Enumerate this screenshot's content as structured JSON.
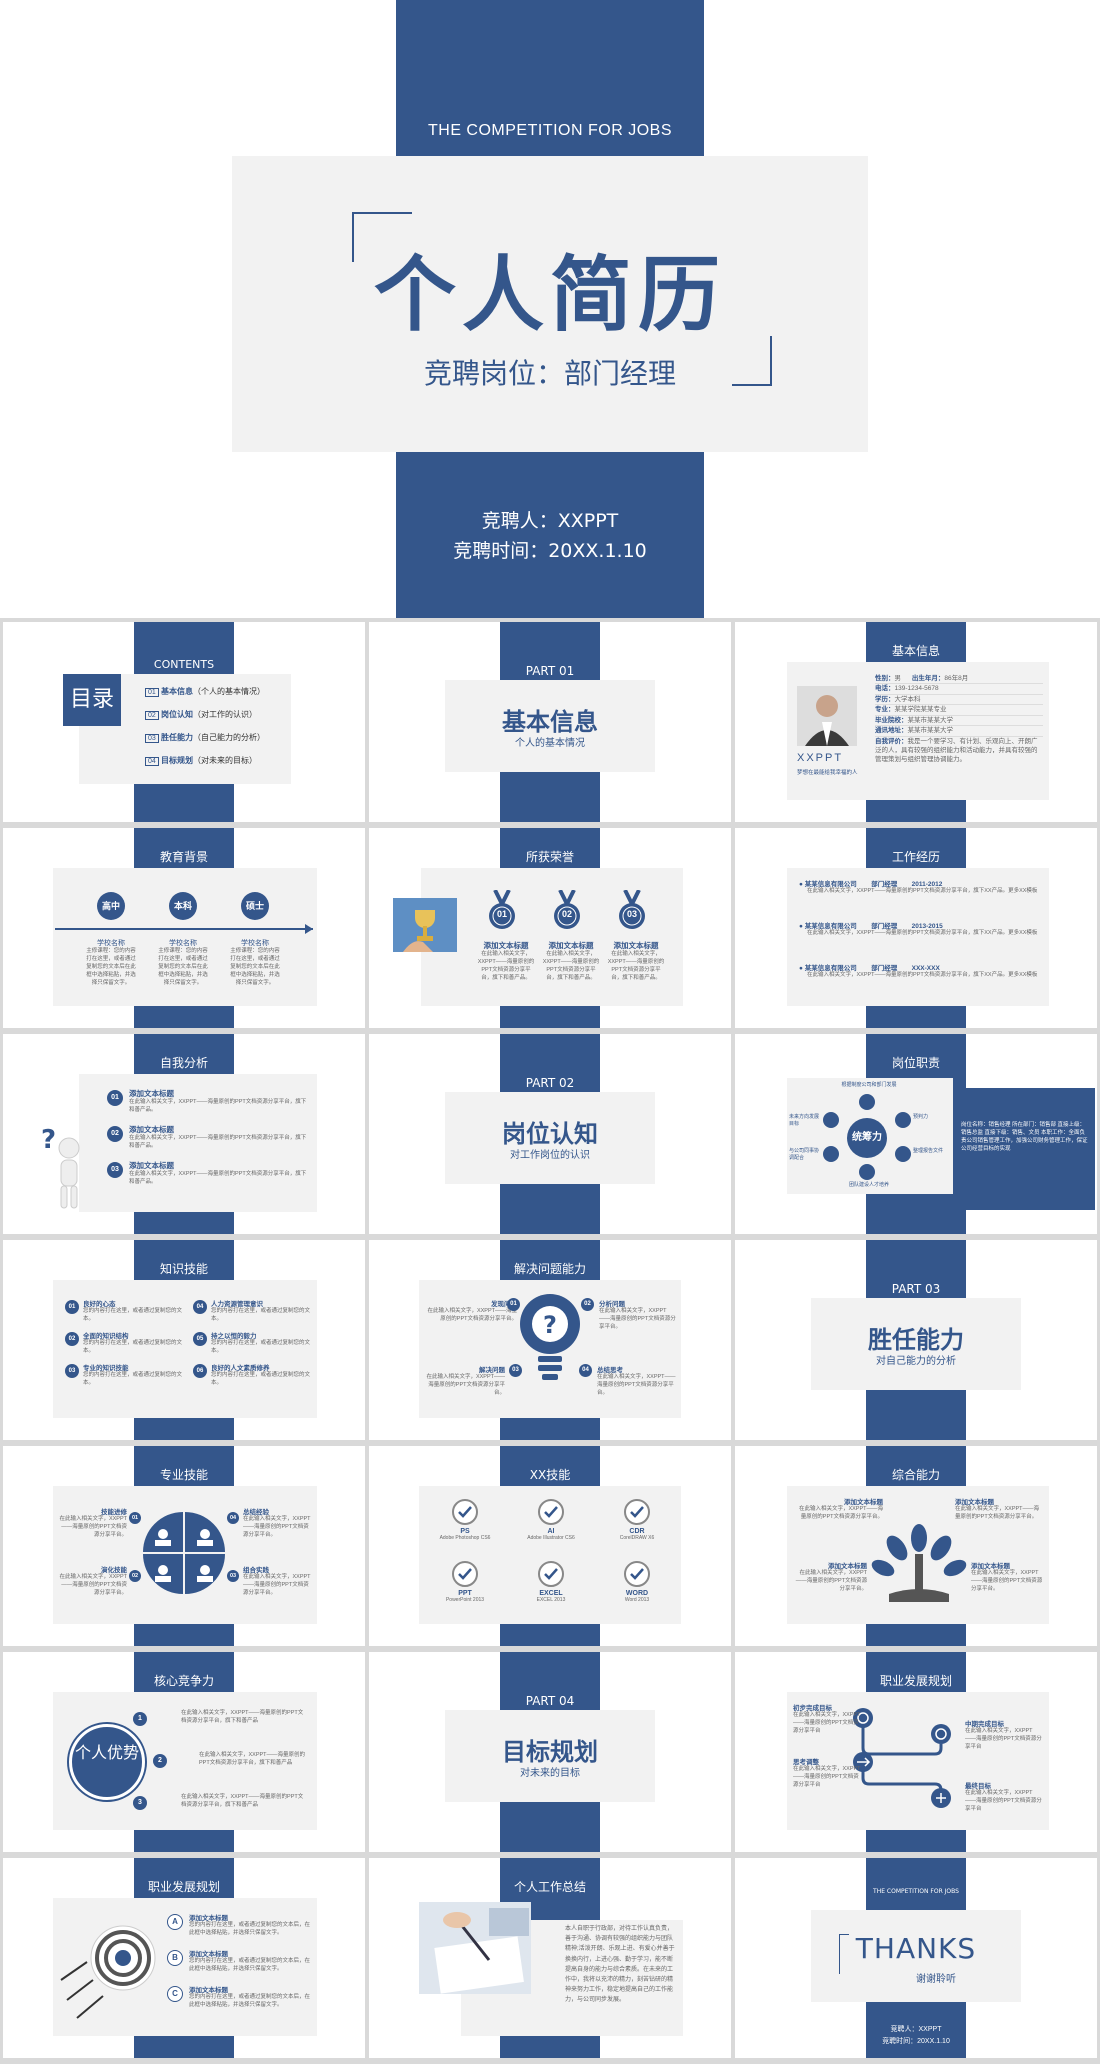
{
  "cover": {
    "subtitle": "THE COMPETITION FOR JOBS",
    "title": "个人简历",
    "position_line": "竞聘岗位：部门经理",
    "applicant": "竞聘人：XXPPT",
    "date": "竞聘时间：20XX.1.10"
  },
  "contents": {
    "label": "CONTENTS",
    "heading": "目录",
    "items": [
      {
        "num": "01",
        "title": "基本信息",
        "desc": "（个人的基本情况）"
      },
      {
        "num": "02",
        "title": "岗位认知",
        "desc": "（对工作的认识）"
      },
      {
        "num": "03",
        "title": "胜任能力",
        "desc": "（自己能力的分析）"
      },
      {
        "num": "04",
        "title": "目标规划",
        "desc": "（对未来的目标）"
      }
    ]
  },
  "part01": {
    "label": "PART 01",
    "title": "基本信息",
    "sub": "个人的基本情况"
  },
  "basic": {
    "title": "基本信息",
    "name": "XXPPT",
    "motto": "梦想在最能给我幸福的人",
    "rows": [
      {
        "k": "性别：",
        "v": "男",
        "k2": "出生年月：",
        "v2": "86年8月"
      },
      {
        "k": "电话：",
        "v": "139-1234-5678"
      },
      {
        "k": "学历：",
        "v": "大学本科"
      },
      {
        "k": "专业：",
        "v": "某某学院某某专业"
      },
      {
        "k": "毕业院校：",
        "v": "某某市某某大学"
      },
      {
        "k": "通讯地址：",
        "v": "某某市某某大学"
      }
    ],
    "eval_label": "自我评价：",
    "eval": "我是一个要学习、有计划、乐观向上、开朗广泛的人，具有较强的组织能力和活动能力，并具有较强的管理策划与组织管理协调能力。"
  },
  "edu": {
    "title": "教育背景",
    "stages": [
      {
        "label": "高中",
        "school": "学校名称",
        "text": "主修课程：您的内容打在这里，或者通过复制您的文本后在此框中选择粘贴，并选择只保留文字。"
      },
      {
        "label": "本科",
        "school": "学校名称",
        "text": "主修课程：您的内容打在这里，或者通过复制您的文本后在此框中选择粘贴，并选择只保留文字。"
      },
      {
        "label": "硕士",
        "school": "学校名称",
        "text": "主修课程：您的内容打在这里，或者通过复制您的文本后在此框中选择粘贴，并选择只保留文字。"
      }
    ]
  },
  "honor": {
    "title": "所获荣誉",
    "medals": [
      {
        "num": "01",
        "head": "添加文本标题",
        "text": "在此输入相关文字，XXPPT——海量原创的PPT文档资源分享平台，旗下和善产品。"
      },
      {
        "num": "02",
        "head": "添加文本标题",
        "text": "在此输入相关文字，XXPPT——海量原创的PPT文档资源分享平台，旗下和善产品。"
      },
      {
        "num": "03",
        "head": "添加文本标题",
        "text": "在此输入相关文字，XXPPT——海量原创的PPT文档资源分享平台，旗下和善产品。"
      }
    ]
  },
  "work": {
    "title": "工作经历",
    "jobs": [
      {
        "company": "某某信息有限公司",
        "role": "部门经理",
        "period": "2011-2012",
        "text": "在此输入相关文字，XXPPT——海量原创的PPT文档资源分享平台，旗下XX产品。更多XX模板"
      },
      {
        "company": "某某信息有限公司",
        "role": "部门经理",
        "period": "2013-2015",
        "text": "在此输入相关文字，XXPPT——海量原创的PPT文档资源分享平台，旗下XX产品。更多XX模板"
      },
      {
        "company": "某某信息有限公司",
        "role": "部门经理",
        "period": "XXX-XXX",
        "text": "在此输入相关文字，XXPPT——海量原创的PPT文档资源分享平台，旗下XX产品。更多XX模板"
      }
    ]
  },
  "self": {
    "title": "自我分析",
    "items": [
      {
        "num": "01",
        "head": "添加文本标题",
        "text": "在此输入相关文字，XXPPT——海量原创的PPT文档资源分享平台，旗下和善产品。"
      },
      {
        "num": "02",
        "head": "添加文本标题",
        "text": "在此输入相关文字，XXPPT——海量原创的PPT文档资源分享平台，旗下和善产品。"
      },
      {
        "num": "03",
        "head": "添加文本标题",
        "text": "在此输入相关文字，XXPPT——海量原创的PPT文档资源分享平台，旗下和善产品。"
      }
    ]
  },
  "part02": {
    "label": "PART 02",
    "title": "岗位认知",
    "sub": "对工作岗位的认识"
  },
  "duty": {
    "title": "岗位职责",
    "center": "统筹力",
    "nodes": [
      "根据制度公司和部门发展",
      "预判力",
      "整理报告文件",
      "团队建设人才培养",
      "与公司同事协调配合",
      "未来方向发展目标"
    ],
    "side": "岗位名称：销售经理 所在部门：销售部 直接上级：销售总监 直接下级：销售、文员 本职工作：全面负责公司销售管理工作，加强公司财务管理工作，保证公司经营目标的实现"
  },
  "knowledge": {
    "title": "知识技能",
    "items": [
      {
        "num": "01",
        "head": "良好的心态",
        "text": "您的内容打在这里，或者通过复制您的文本。"
      },
      {
        "num": "02",
        "head": "全面的知识结构",
        "text": "您的内容打在这里，或者通过复制您的文本。"
      },
      {
        "num": "03",
        "head": "专业的知识技能",
        "text": "您的内容打在这里，或者通过复制您的文本。"
      },
      {
        "num": "04",
        "head": "人力资源管理意识",
        "text": "您的内容打在这里，或者通过复制您的文本。"
      },
      {
        "num": "05",
        "head": "持之以恒的毅力",
        "text": "您的内容打在这里，或者通过复制您的文本。"
      },
      {
        "num": "06",
        "head": "良好的人文素质修养",
        "text": "您的内容打在这里，或者通过复制您的文本。"
      }
    ]
  },
  "solve": {
    "title": "解决问题能力",
    "items": [
      {
        "num": "01",
        "head": "发现问题",
        "text": "在此输入相关文字，XXPPT——海量原创的PPT文档资源分享平台。"
      },
      {
        "num": "02",
        "head": "分析问题",
        "text": "在此输入相关文字，XXPPT——海量原创的PPT文档资源分享平台。"
      },
      {
        "num": "03",
        "head": "解决问题",
        "text": "在此输入相关文字，XXPPT——海量原创的PPT文档资源分享平台。"
      },
      {
        "num": "04",
        "head": "总结思考",
        "text": "在此输入相关文字，XXPPT——海量原创的PPT文档资源分享平台。"
      }
    ]
  },
  "part03": {
    "label": "PART 03",
    "title": "胜任能力",
    "sub": "对自己能力的分析"
  },
  "pro": {
    "title": "专业技能",
    "items": [
      {
        "num": "01",
        "head": "技能进修",
        "text": "在此输入相关文字，XXPPT——海量原创的PPT文档资源分享平台。"
      },
      {
        "num": "02",
        "head": "演化技能",
        "text": "在此输入相关文字，XXPPT——海量原创的PPT文档资源分享平台。"
      },
      {
        "num": "03",
        "head": "组合实践",
        "text": "在此输入相关文字，XXPPT——海量原创的PPT文档资源分享平台。"
      },
      {
        "num": "04",
        "head": "总结经验",
        "text": "在此输入相关文字，XXPPT——海量原创的PPT文档资源分享平台。"
      }
    ]
  },
  "xx": {
    "title": "XX技能",
    "skills": [
      {
        "name": "PS",
        "sub": "Adobe Photoshop CS6"
      },
      {
        "name": "AI",
        "sub": "Adobe Illustrator CS6"
      },
      {
        "name": "CDR",
        "sub": "CorelDRAW X6"
      },
      {
        "name": "PPT",
        "sub": "PowerPoint 2013"
      },
      {
        "name": "EXCEL",
        "sub": "EXCEL 2013"
      },
      {
        "name": "WORD",
        "sub": "Word 2013"
      }
    ]
  },
  "overall": {
    "title": "综合能力",
    "items": [
      {
        "head": "添加文本标题",
        "text": "在此输入相关文字，XXPPT——海量原创的PPT文档资源分享平台。"
      },
      {
        "head": "添加文本标题",
        "text": "在此输入相关文字，XXPPT——海量原创的PPT文档资源分享平台。"
      },
      {
        "head": "添加文本标题",
        "text": "在此输入相关文字，XXPPT——海量原创的PPT文档资源分享平台。"
      },
      {
        "head": "添加文本标题",
        "text": "在此输入相关文字，XXPPT——海量原创的PPT文档资源分享平台。"
      }
    ]
  },
  "core": {
    "title": "核心竞争力",
    "circle": "个人优势",
    "items": [
      {
        "num": "1",
        "text": "在此输入相关文字，XXPPT——海量原创的PPT文档资源分享平台，旗下和善产品"
      },
      {
        "num": "2",
        "text": "在此输入相关文字，XXPPT——海量原创的PPT文档资源分享平台，旗下和善产品"
      },
      {
        "num": "3",
        "text": "在此输入相关文字，XXPPT——海量原创的PPT文档资源分享平台，旗下和善产品"
      }
    ]
  },
  "part04": {
    "label": "PART 04",
    "title": "目标规划",
    "sub": "对未来的目标"
  },
  "career1": {
    "title": "职业发展规划",
    "items": [
      {
        "head": "初步完成目标",
        "text": "在此输入相关文字，XXPPT——海量原创的PPT文档资源分享平台"
      },
      {
        "head": "中期完成目标",
        "text": "在此输入相关文字，XXPPT——海量原创的PPT文档资源分享平台"
      },
      {
        "head": "思考调整",
        "text": "在此输入相关文字，XXPPT——海量原创的PPT文档资源分享平台"
      },
      {
        "head": "最终目标",
        "text": "在此输入相关文字，XXPPT——海量原创的PPT文档资源分享平台"
      }
    ]
  },
  "career2": {
    "title": "职业发展规划",
    "items": [
      {
        "num": "A",
        "head": "添加文本标题",
        "text": "您的内容打在这里，或者通过复制您的文本后，在此框中选择粘贴，并选择只保留文字。"
      },
      {
        "num": "B",
        "head": "添加文本标题",
        "text": "您的内容打在这里，或者通过复制您的文本后，在此框中选择粘贴，并选择只保留文字。"
      },
      {
        "num": "C",
        "head": "添加文本标题",
        "text": "您的内容打在这里，或者通过复制您的文本后，在此框中选择粘贴，并选择只保留文字。"
      }
    ]
  },
  "summary": {
    "title": "个人工作总结",
    "text": "本人自职于行政部，对待工作认真负责，善于沟通、协调有较强的组织能力与团队精神;活泼开朗、乐观上进、有爱心并善于换换内行，上进心强、勤于学习，能不断提高自身的能力与综合素质。在未来的工作中，我将以充沛的精力，刻苦钻研的精神来努力工作，稳定地提高自己的工作能力，与公司同步发展。"
  },
  "thanks": {
    "subtitle": "THE COMPETITION FOR JOBS",
    "title": "THANKS",
    "sub": "谢谢聆听",
    "applicant": "竞聘人：XXPPT",
    "date": "竞聘时间：20XX.1.10"
  },
  "colors": {
    "brand": "#34568b",
    "panel": "#f2f2f2"
  }
}
